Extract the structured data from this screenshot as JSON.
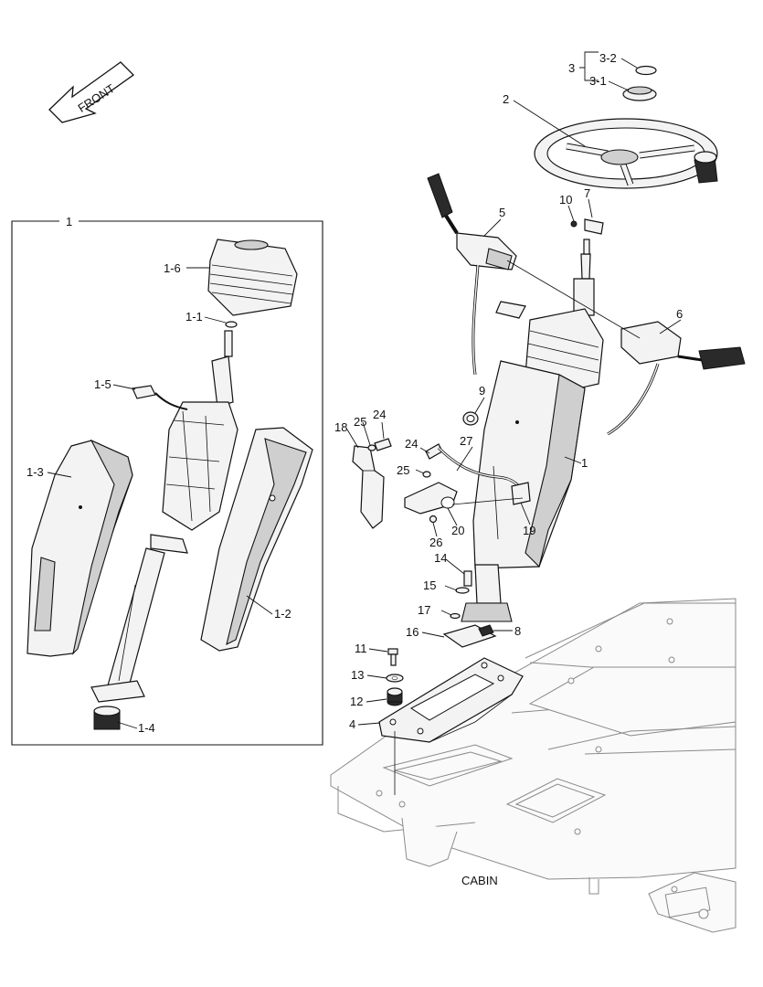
{
  "direction_arrow": {
    "text": "FRONT"
  },
  "detail_box": {
    "label": "1"
  },
  "cabin_label": "CABIN",
  "callouts": [
    {
      "id": "1-1",
      "text": "1-1"
    },
    {
      "id": "1-2",
      "text": "1-2"
    },
    {
      "id": "1-3",
      "text": "1-3"
    },
    {
      "id": "1-4",
      "text": "1-4"
    },
    {
      "id": "1-5",
      "text": "1-5"
    },
    {
      "id": "1-6",
      "text": "1-6"
    },
    {
      "id": "1",
      "text": "1"
    },
    {
      "id": "2",
      "text": "2"
    },
    {
      "id": "3",
      "text": "3"
    },
    {
      "id": "3-1",
      "text": "3-1"
    },
    {
      "id": "3-2",
      "text": "3-2"
    },
    {
      "id": "4",
      "text": "4"
    },
    {
      "id": "5",
      "text": "5"
    },
    {
      "id": "6",
      "text": "6"
    },
    {
      "id": "7",
      "text": "7"
    },
    {
      "id": "8",
      "text": "8"
    },
    {
      "id": "9",
      "text": "9"
    },
    {
      "id": "10",
      "text": "10"
    },
    {
      "id": "11",
      "text": "11"
    },
    {
      "id": "12",
      "text": "12"
    },
    {
      "id": "13",
      "text": "13"
    },
    {
      "id": "14",
      "text": "14"
    },
    {
      "id": "15",
      "text": "15"
    },
    {
      "id": "16",
      "text": "16"
    },
    {
      "id": "17",
      "text": "17"
    },
    {
      "id": "18",
      "text": "18"
    },
    {
      "id": "19",
      "text": "19"
    },
    {
      "id": "20",
      "text": "20"
    },
    {
      "id": "24a",
      "text": "24"
    },
    {
      "id": "24b",
      "text": "24"
    },
    {
      "id": "25a",
      "text": "25"
    },
    {
      "id": "25b",
      "text": "25"
    },
    {
      "id": "26",
      "text": "26"
    },
    {
      "id": "27",
      "text": "27"
    }
  ]
}
